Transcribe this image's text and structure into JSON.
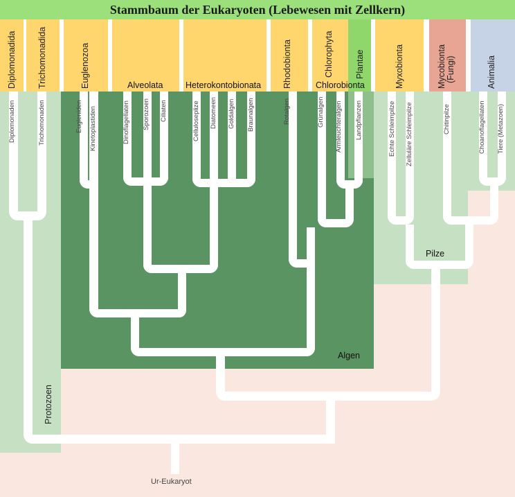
{
  "title": "Stammbaum der Eukaryoten (Lebewesen mit Zellkern)",
  "colors": {
    "title_bg": "#9be07a",
    "header_yellow": "#ffd66e",
    "header_pink": "#fbe3dd",
    "plantae_green": "#8fd66b",
    "fungi_red": "#e8a593",
    "animalia_blue": "#c6d3e6",
    "algae_dark": "#5a9462",
    "protozoa_light": "#c6e0c4",
    "background_pink": "#f9e7e0",
    "branch": "#ffffff"
  },
  "groups": {
    "diplomonadida": "Diplomonadida",
    "trichomonadida": "Trichomonadida",
    "euglenozoa": "Euglenozoa",
    "alveolata": "Alveolata",
    "heterokontobionata": "Heterokontobionata",
    "rhodobionta": "Rhodobionta",
    "chlorophyta": "Chlorophyta",
    "chlorobionta": "Chlorobionta",
    "plantae": "Plantae",
    "myxobionta": "Myxobionta",
    "mycobionta": "Mycobionta",
    "fungi": "(Fungi)",
    "animalia": "Animalia"
  },
  "leaves": {
    "diplomonaden": "Diplomonaden",
    "trichomonaden": "Trichomonaden",
    "eugleniden": "Eugleniden",
    "kinetoplastiden": "Kinetoplastiden",
    "dinoflagellaten": "Dinoflagellaten",
    "sporozoen": "Sporozoen",
    "ciliaten": "Ciliaten",
    "celluloseplize": "Celluloseplize",
    "diatomeen": "Diatomeen",
    "goldalgen": "Goldalgen",
    "braunalgen": "Braunalgen",
    "rotalgen": "Rotalgen",
    "gruenalgen": "Grünalgen",
    "armleuchteralgen": "Armleuchteralgen",
    "landpflanzen": "Landpflanzen",
    "echte_schleimpilze": "Echte Schleimpilze",
    "zellulaere_schleimpilze": "Zelluläre Schleimpilze",
    "chitinpilze": "Chitinpilze",
    "choanoflagellaten": "Choanoflagellaten",
    "tiere": "Tiere (Metazoen)"
  },
  "labels": {
    "algen": "Algen",
    "pilze": "Pilze",
    "protozoen": "Protozoen",
    "root": "Ur-Eukaryot"
  }
}
